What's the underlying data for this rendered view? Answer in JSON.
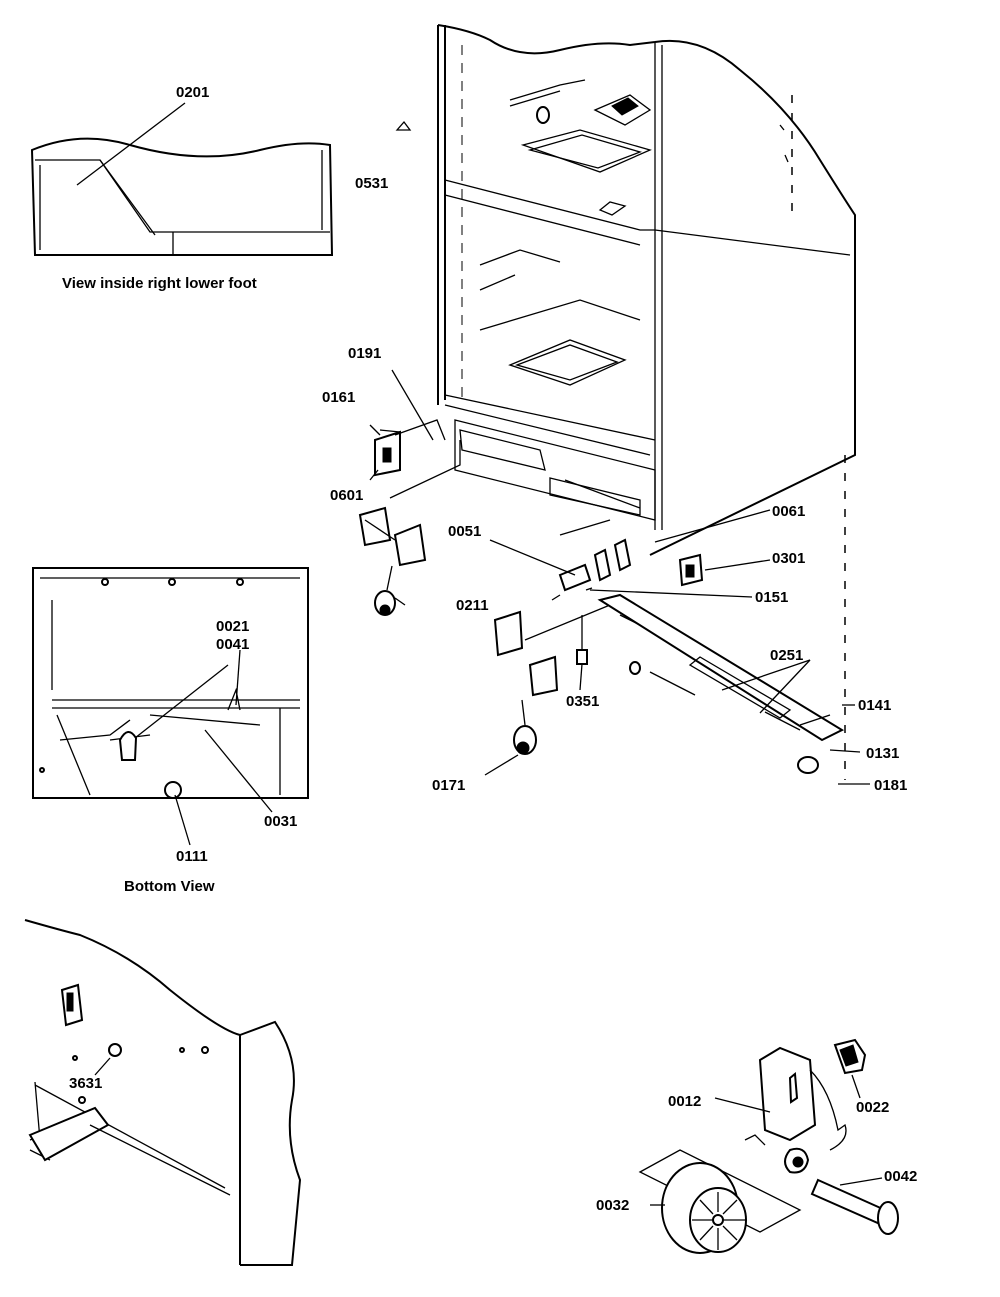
{
  "labels": {
    "p0201": "0201",
    "p0531": "0531",
    "p0191_top": "0191",
    "p0161": "0161",
    "p0601": "0601",
    "p0051": "0051",
    "p0061": "0061",
    "p0301": "0301",
    "p0151": "0151",
    "p0211": "0211",
    "p0251": "0251",
    "p0351": "0351",
    "p0141": "0141",
    "p0131": "0131",
    "p0181": "0181",
    "p0171": "0171",
    "p0021": "0021",
    "p0041": "0041",
    "p0031": "0031",
    "p0111": "0111",
    "p3631": "3631",
    "p0012": "0012",
    "p0022": "0022",
    "p0042": "0042",
    "p0032": "0032"
  },
  "captions": {
    "view_inside": "View inside right lower foot",
    "bottom_view": "Bottom View"
  }
}
